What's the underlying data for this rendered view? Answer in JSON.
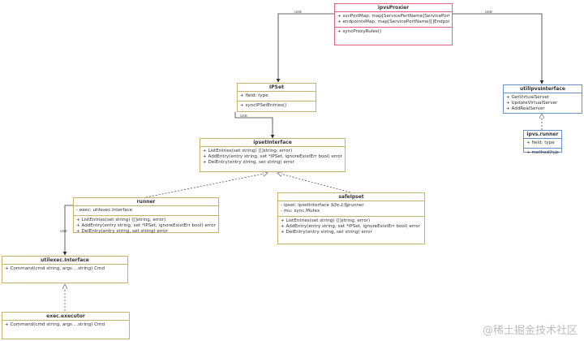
{
  "classes": {
    "ipvsProxier": {
      "title": "ipvsProxier",
      "fields": [
        "+ svcPortMap: map[ServicePortName]ServicePort",
        "+ endpointsMap: map[ServicePortName][]Endpoint"
      ],
      "methods": [
        "+ syncProxyRules()"
      ]
    },
    "ipset": {
      "title": "IPSet",
      "fields": [
        "+ field: type"
      ],
      "methods": [
        "+ syncIPSetEntries()"
      ]
    },
    "utilIpvsInterface": {
      "title": "utilIpvsInterface",
      "fields": [],
      "methods": [
        "+ GetVirtualServer",
        "+ UpdateVirtualServer",
        "+ AddRealServer"
      ]
    },
    "ipvsRunner": {
      "title": "ipvs.runner",
      "fields": [
        "+ field: type"
      ],
      "methods": [
        "+ method(type)"
      ]
    },
    "ipsetInterface": {
      "title": "ipsetInterface",
      "fields": [],
      "methods": [
        "+ ListEntries(set string) ([]string, error)",
        "+ AddEntry(entry string, set *IPSet, ignoreExistErr bool) error",
        "+ DelEntry(entry string, set string) error"
      ]
    },
    "runner": {
      "title": "runner",
      "fields": [
        "- exec: utilexec.Interface"
      ],
      "methods": [
        "+ ListEntries(set string) ([]string, error)",
        "+ AddEntry(entry string, set *IPSet, ignoreExistErr bool) error",
        "+ DelEntry(entry string, set string) error"
      ]
    },
    "safeIpset": {
      "title": "safeIpset",
      "fields": [
        "- ipset: ipsetInterface 实际上指runner",
        "- mu:    sync.Mutex"
      ],
      "methods": [
        "+ ListEntries(set string) ([]string, error)",
        "+ AddEntry(entry string, set *IPSet, ignoreExistErr bool) error",
        "+ DelEntry(entry string, set string) error"
      ]
    },
    "utilexecInterface": {
      "title": "utilexec.Interface",
      "fields": [],
      "methods": [
        "+ Command(cmd string, args ...string) Cmd"
      ]
    },
    "execExecutor": {
      "title": "exec.executor",
      "fields": [],
      "methods": [
        "+ Command(cmd string, args ...string) Cmd"
      ]
    }
  },
  "relations": {
    "use_label": "use"
  },
  "watermark": "@稀土掘金技术社区",
  "colors": {
    "default_border": "#c9b36a",
    "proxier_border": "#e0657a",
    "ipvs_border": "#6a90c9",
    "line": "#333333"
  }
}
